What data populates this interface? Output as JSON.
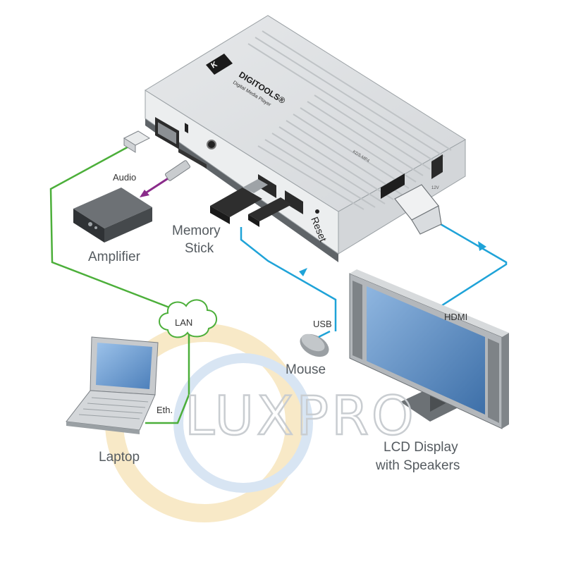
{
  "device": {
    "brand": "DIGITOOLS®",
    "subtitle": "Digital Media Player",
    "model": "KDS-MP4",
    "reset_label": "Reset",
    "power_label": "12V"
  },
  "labels": {
    "audio": "Audio",
    "amplifier": "Amplifier",
    "memory_stick_line1": "Memory",
    "memory_stick_line2": "Stick",
    "lan": "LAN",
    "usb": "USB",
    "mouse": "Mouse",
    "hdmi": "HDMI",
    "laptop": "Laptop",
    "eth": "Eth.",
    "lcd_line1": "LCD Display",
    "lcd_line2": "with Speakers"
  },
  "watermark": {
    "text": "LUXPRO"
  },
  "colors": {
    "lan_cable": "#4caf3a",
    "usb_hdmi_cable": "#1fa3d8",
    "audio_cable": "#8a2b8a",
    "device_body": "#dfe1e3",
    "device_front": "#eef0f1",
    "device_dark": "#6f7478",
    "screen": "#5c8fc9"
  }
}
